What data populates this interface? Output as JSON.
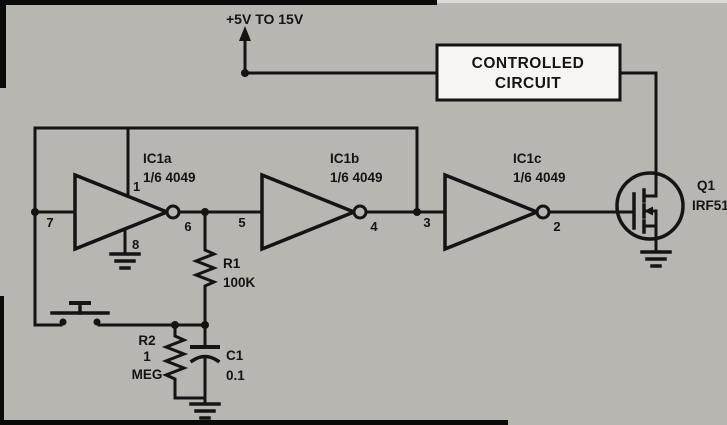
{
  "figure": {
    "type": "schematic",
    "description": "Pushbutton-triggered timed MOSFET power switch using 4049 hex inverter"
  },
  "supply": {
    "label": "+5V TO 15V"
  },
  "controlled_circuit": {
    "line1": "CONTROLLED",
    "line2": "CIRCUIT"
  },
  "inverters": [
    {
      "name": "IC1a",
      "part": "1/6 4049",
      "pin_vdd": "1",
      "pin_in": "7",
      "pin_out": "6",
      "pin_vss": "8"
    },
    {
      "name": "IC1b",
      "part": "1/6 4049",
      "pin_in": "5",
      "pin_out": "4"
    },
    {
      "name": "IC1c",
      "part": "1/6 4049",
      "pin_in": "3",
      "pin_out": "2"
    }
  ],
  "resistors": {
    "r1": {
      "name": "R1",
      "value": "100K"
    },
    "r2": {
      "name": "R2",
      "value_top": "1",
      "value_bottom": "MEG"
    }
  },
  "capacitor": {
    "name": "C1",
    "value": "0.1"
  },
  "mosfet": {
    "name": "Q1",
    "part": "IRF51"
  },
  "colors": {
    "background": "#b8b6b0",
    "ink": "#141414",
    "box_fill": "#f6f5f1",
    "border_dark": "#0a0a0a"
  }
}
